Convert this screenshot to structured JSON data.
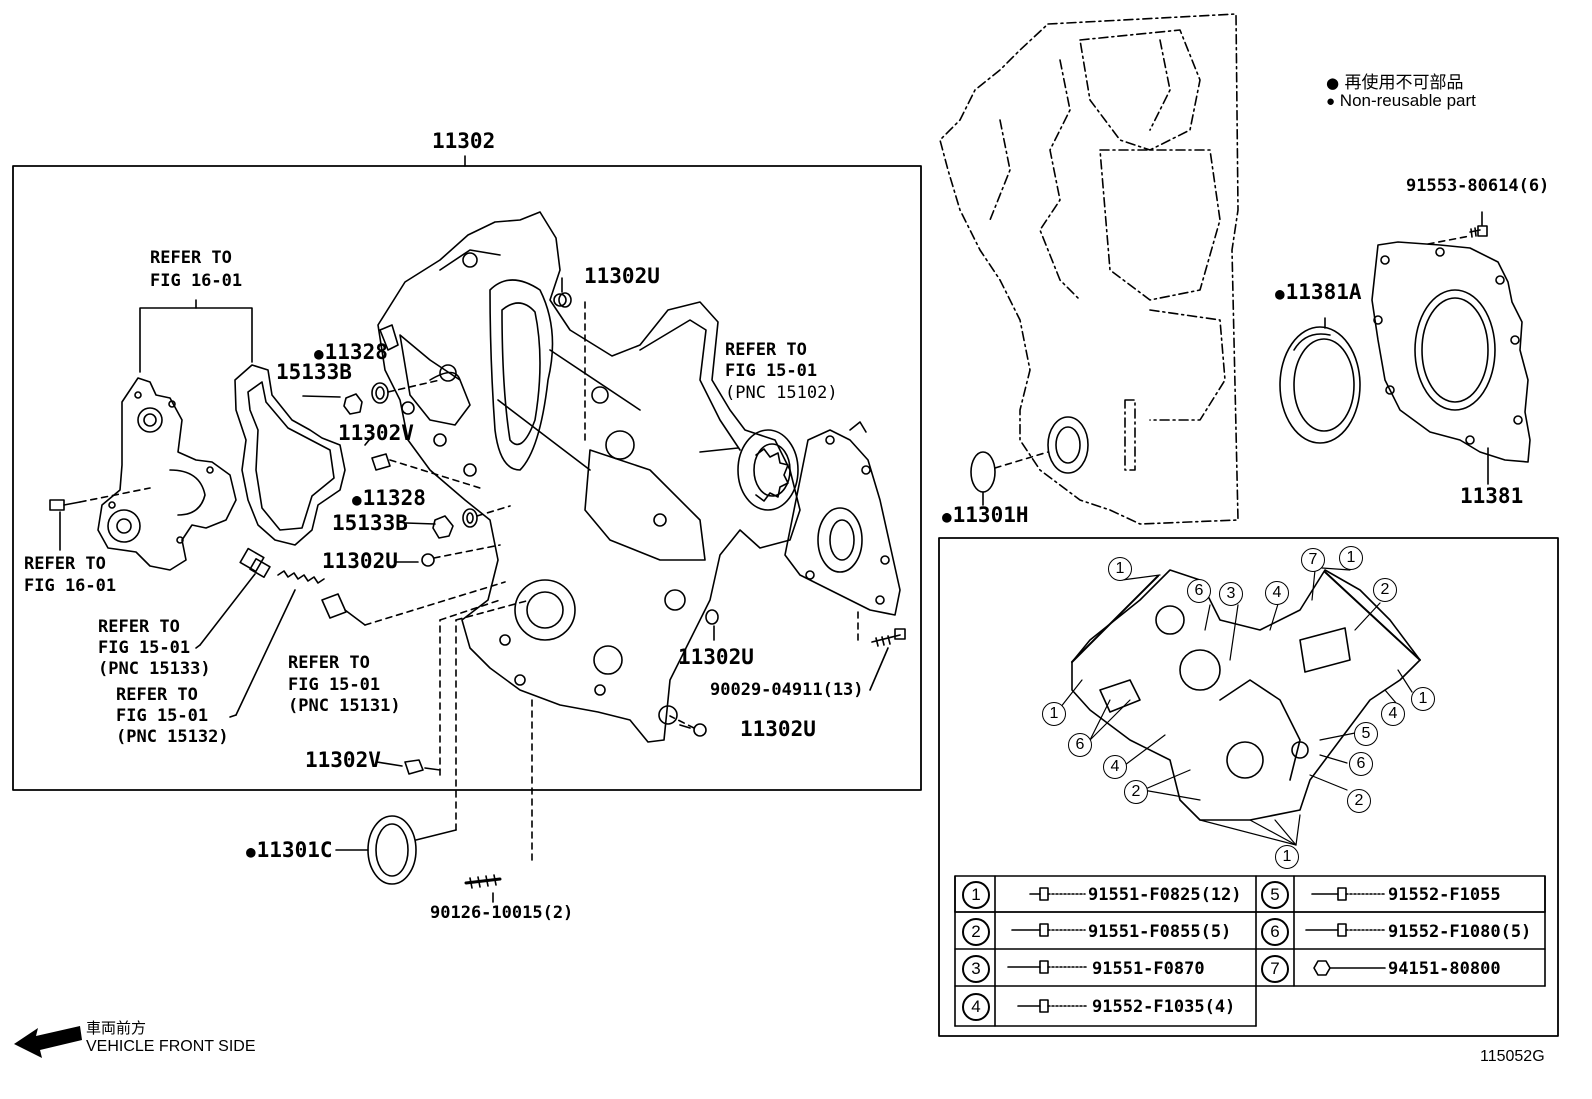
{
  "note": {
    "ja": "再使用不可部品",
    "en": "Non-reusable part"
  },
  "main_assembly": "11302",
  "labels": {
    "refer_16_01_top": [
      "REFER TO",
      "FIG 16-01"
    ],
    "refer_16_01_left": [
      "REFER TO",
      "FIG 16-01"
    ],
    "refer_15_01_15102": [
      "REFER TO",
      "FIG 15-01",
      "(PNC 15102)"
    ],
    "refer_15_01_15133": [
      "REFER TO",
      "FIG 15-01",
      "(PNC 15133)"
    ],
    "refer_15_01_15132": [
      "REFER TO",
      "FIG 15-01",
      "(PNC 15132)"
    ],
    "refer_15_01_15131": [
      "REFER TO",
      "FIG 15-01",
      "(PNC 15131)"
    ]
  },
  "parts": {
    "p11302u_top": "11302U",
    "p11328_a": "11328",
    "p15133b_a": "15133B",
    "p11302v_a": "11302V",
    "p11328_b": "11328",
    "p15133b_b": "15133B",
    "p11302u_left": "11302U",
    "p11302u_mid": "11302U",
    "p90029": "90029-04911(13)",
    "p11302u_bottom": "11302U",
    "p11302v_b": "11302V",
    "p11301c": "11301C",
    "p90126": "90126-10015(2)",
    "p11301h": "11301H",
    "p11381a": "11381A",
    "p11381": "11381",
    "p91553": "91553-80614(6)"
  },
  "callouts": [
    "1",
    "6",
    "3",
    "4",
    "7",
    "1",
    "2",
    "1",
    "4",
    "1",
    "6",
    "4",
    "5",
    "6",
    "2",
    "2",
    "1"
  ],
  "legend": [
    {
      "num": "1",
      "part": "91551-F0825(12)"
    },
    {
      "num": "5",
      "part": "91552-F1055"
    },
    {
      "num": "2",
      "part": "91551-F0855(5)"
    },
    {
      "num": "6",
      "part": "91552-F1080(5)"
    },
    {
      "num": "3",
      "part": "91551-F0870"
    },
    {
      "num": "7",
      "part": "94151-80800"
    },
    {
      "num": "4",
      "part": "91552-F1035(4)"
    }
  ],
  "direction": {
    "ja": "車両前方",
    "en": "VEHICLE FRONT SIDE"
  },
  "figure_code": "115052G"
}
